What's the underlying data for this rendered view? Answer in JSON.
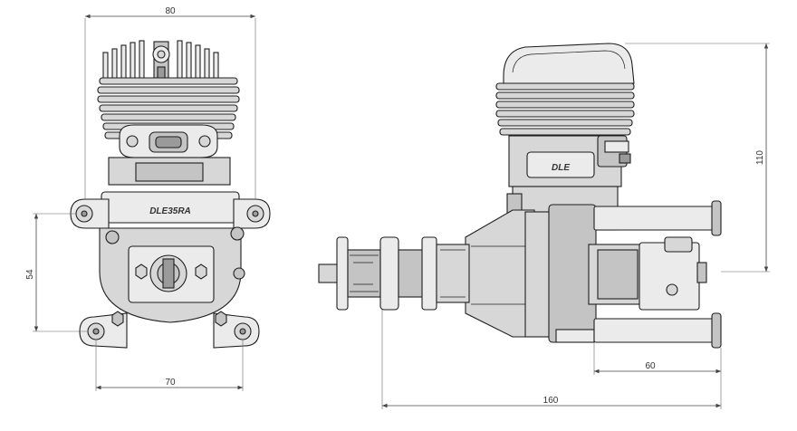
{
  "brand_mark": "DLE",
  "model_mark": "DLE35RA",
  "dimensions": {
    "front_width": "80",
    "front_height": "54",
    "mount_spacing": "70",
    "side_height": "110",
    "prop_to_mount": "60",
    "overall_length": "160"
  },
  "colors": {
    "line": "#1e1e1e",
    "metal": "#d7d7d7",
    "dimension": "#444444"
  },
  "icons": [
    "hex-nut-icon",
    "bolt-icon",
    "spark-plug-icon",
    "carburetor-icon"
  ]
}
